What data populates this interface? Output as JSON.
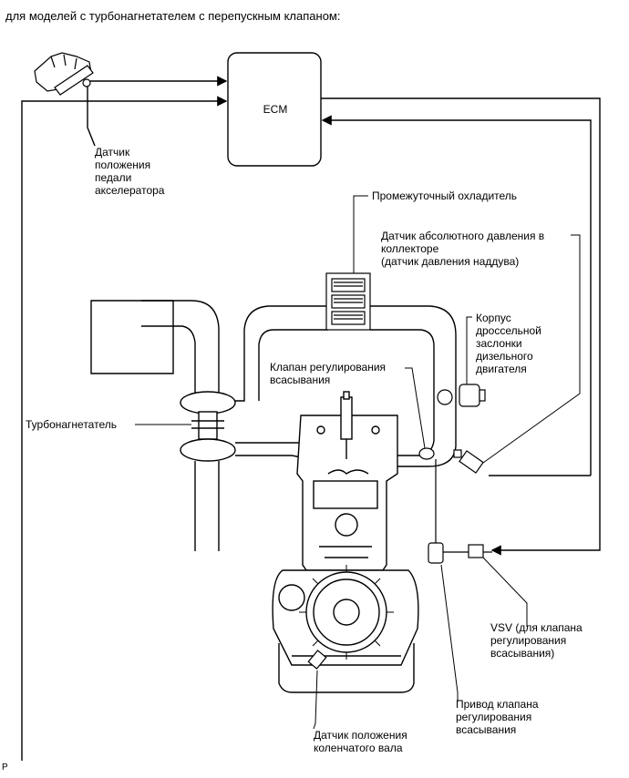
{
  "title": "для моделей с турбонагнетателем с перепускным клапаном:",
  "ecm": "ECM",
  "labels": {
    "accel_pedal_sensor": "Датчик\nположения\nпедали\nакселератора",
    "intercooler": "Промежуточный охладитель",
    "map_sensor": "Датчик абсолютного давления в\nколлекторе\n (датчик давления наддува)",
    "throttle_body": "Корпус\nдроссельной\nзаслонки\nдизельного\nдвигателя",
    "intake_control_valve": "Клапан регулирования\nвсасывания",
    "turbocharger": "Турбонагнетатель",
    "vsv": "VSV (для клапана\nрегулирования\nвсасывания)",
    "intake_valve_actuator": "Привод клапана\nрегулирования\nвсасывания",
    "crank_sensor": "Датчик положения\nколенчатого вала",
    "corner_mark": "P"
  }
}
